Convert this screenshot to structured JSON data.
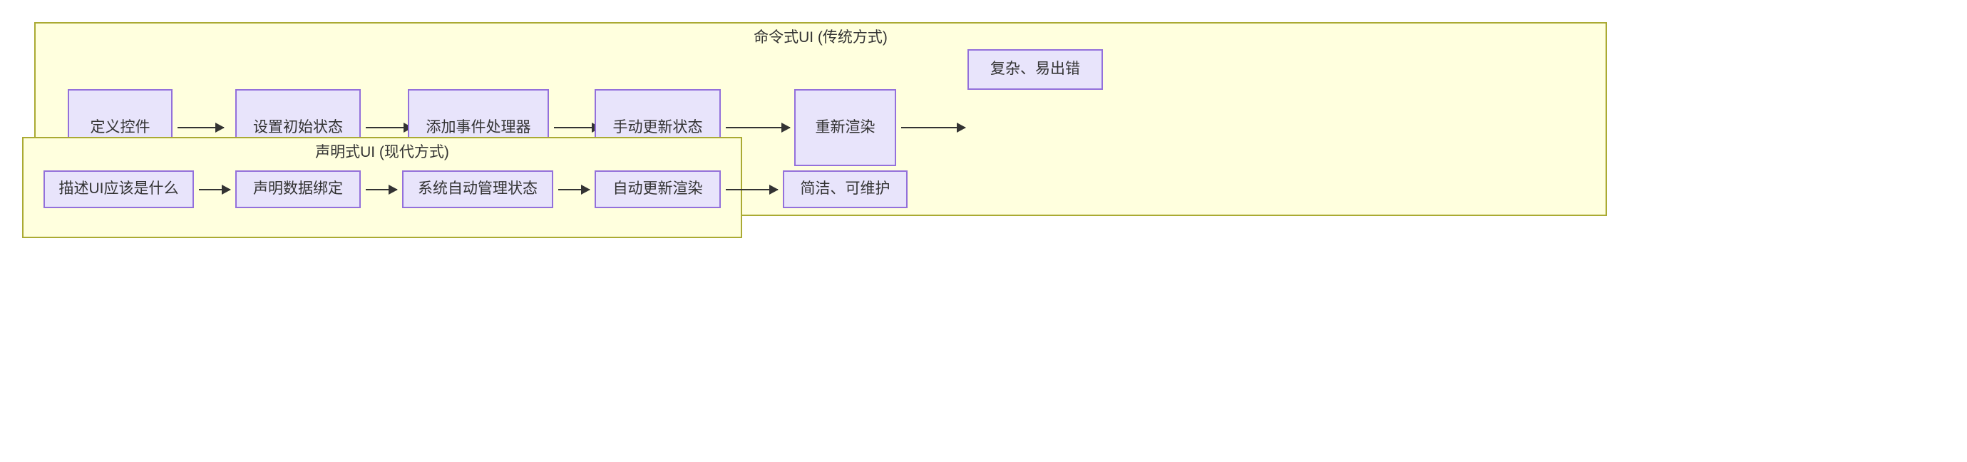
{
  "diagram": {
    "title_hidden": "",
    "colors": {
      "page_background": "#ffffff",
      "subgraph_fill": "#ffffde",
      "subgraph_border": "#aaaa33",
      "node_fill": "#e8e4fb",
      "node_border": "#9370db",
      "text": "#333333",
      "arrow": "#333333"
    },
    "groups": [
      {
        "id": "imperative",
        "title": "命令式UI (传统方式)",
        "nodes": [
          {
            "id": "imp-1",
            "label": "定义控件"
          },
          {
            "id": "imp-2",
            "label": "设置初始状态"
          },
          {
            "id": "imp-3",
            "label": "添加事件处理器"
          },
          {
            "id": "imp-4",
            "label": "手动更新状态"
          },
          {
            "id": "imp-5",
            "label": "重新渲染"
          }
        ],
        "outcome": {
          "id": "imp-out",
          "label": "复杂、易出错"
        }
      },
      {
        "id": "declarative",
        "title": "声明式UI (现代方式)",
        "nodes": [
          {
            "id": "dec-1",
            "label": "描述UI应该是什么"
          },
          {
            "id": "dec-2",
            "label": "声明数据绑定"
          },
          {
            "id": "dec-3",
            "label": "系统自动管理状态"
          },
          {
            "id": "dec-4",
            "label": "自动更新渲染"
          }
        ],
        "outcome": {
          "id": "dec-out",
          "label": "简洁、可维护"
        }
      }
    ],
    "edges": [
      {
        "from": "定义控件",
        "to": "设置初始状态"
      },
      {
        "from": "设置初始状态",
        "to": "添加事件处理器"
      },
      {
        "from": "添加事件处理器",
        "to": "手动更新状态"
      },
      {
        "from": "手动更新状态",
        "to": "重新渲染"
      },
      {
        "from": "重新渲染",
        "to": "复杂、易出错"
      },
      {
        "from": "描述UI应该是什么",
        "to": "声明数据绑定"
      },
      {
        "from": "声明数据绑定",
        "to": "系统自动管理状态"
      },
      {
        "from": "系统自动管理状态",
        "to": "自动更新渲染"
      },
      {
        "from": "自动更新渲染",
        "to": "简洁、可维护"
      }
    ]
  }
}
